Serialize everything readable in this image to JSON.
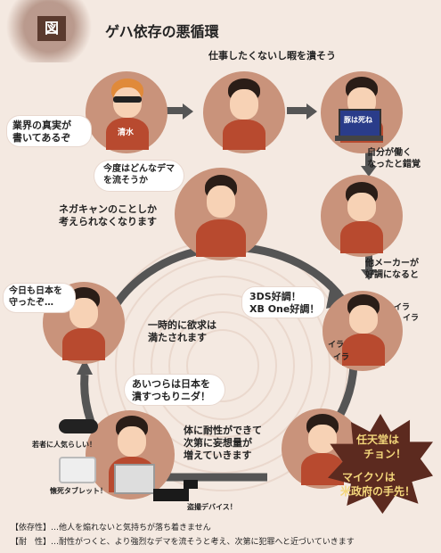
{
  "header": {
    "figure_label": "図",
    "title": "ゲハ依存の悪循環"
  },
  "captions": {
    "industry_truth": "業界の真実が\n書いてあるぞ",
    "no_work": "仕事したくないし暇を潰そう",
    "feel_working": "自分が働く\nなったと錯覚",
    "next_dema": "今度はどんなデマ\nを流そうか",
    "only_negacan": "ネガキャンのことしか\n考えられなくなります",
    "others_doing_well": "他メーカーが\n好調になると",
    "protected_japan": "今日も日本を\n守ったぞ…",
    "desire_satisfied": "一時的に欲求は\n満たされます",
    "destroy_japan": "あいつらは日本を\n潰すつもりニダ！",
    "tolerance": "体に耐性ができて\n次第に妄想量が\n増えていきます",
    "ds_selling": "3DS好調！\nXB One好調！"
  },
  "labels": {
    "shimizu": "清水",
    "screen_text": "豚は死ね",
    "ira1": "イラ",
    "ira2": "イラ",
    "ira3": "イラ",
    "ira4": "イラ",
    "popular_youth": "若者に人気らしい！",
    "toy_tablet": "懐死タブレット！",
    "spy_device": "盗撮デバイス！"
  },
  "star_text": {
    "line1": "任天堂は",
    "line2": "チョン！",
    "line3": "マイクソは",
    "line4": "米政府の手先！"
  },
  "footer": {
    "dependency_label": "【依存性】",
    "dependency_text": "…他人を煽れないと気持ちが落ち着きません",
    "tolerance_label": "【耐　性】",
    "tolerance_text": "…耐性がつくと、より強烈なデマを流そうと考え、次第に犯罪へと近づいていきます"
  },
  "colors": {
    "background": "#f4e9e1",
    "circle": "#c9937b",
    "arrow": "#555555",
    "star": "#5c2a1f",
    "star_text": "#f3d67a"
  }
}
